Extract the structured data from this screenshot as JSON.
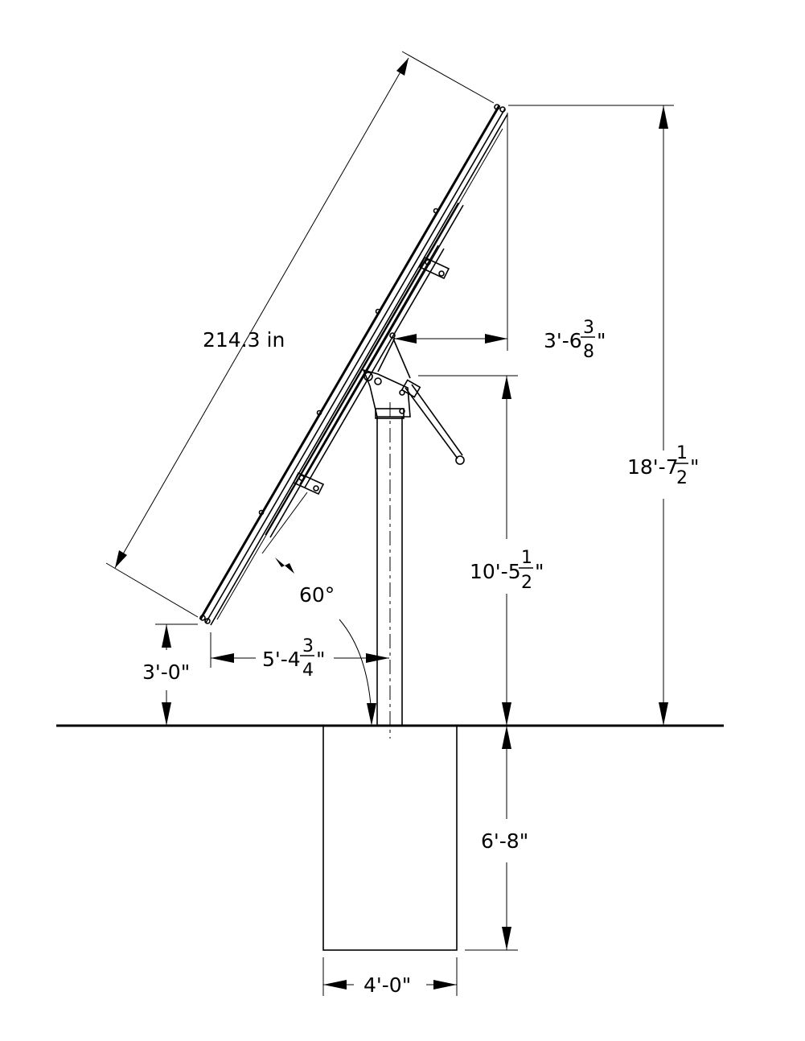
{
  "dimensions": {
    "panel_length": "214.3 in",
    "total_height": {
      "whole": "18'-7",
      "num": "1",
      "den": "2",
      "unit": "\""
    },
    "pivot_offset": {
      "whole": "3'-6",
      "num": "3",
      "den": "8",
      "unit": "\""
    },
    "pivot_height": {
      "whole": "10'-5",
      "num": "1",
      "den": "2",
      "unit": "\""
    },
    "front_clearance": "3'-0\"",
    "front_offset": {
      "whole": "5'-4",
      "num": "3",
      "den": "4",
      "unit": "\""
    },
    "tilt_angle": "60°",
    "foundation_depth": "6'-8\"",
    "foundation_width": "4'-0\""
  }
}
